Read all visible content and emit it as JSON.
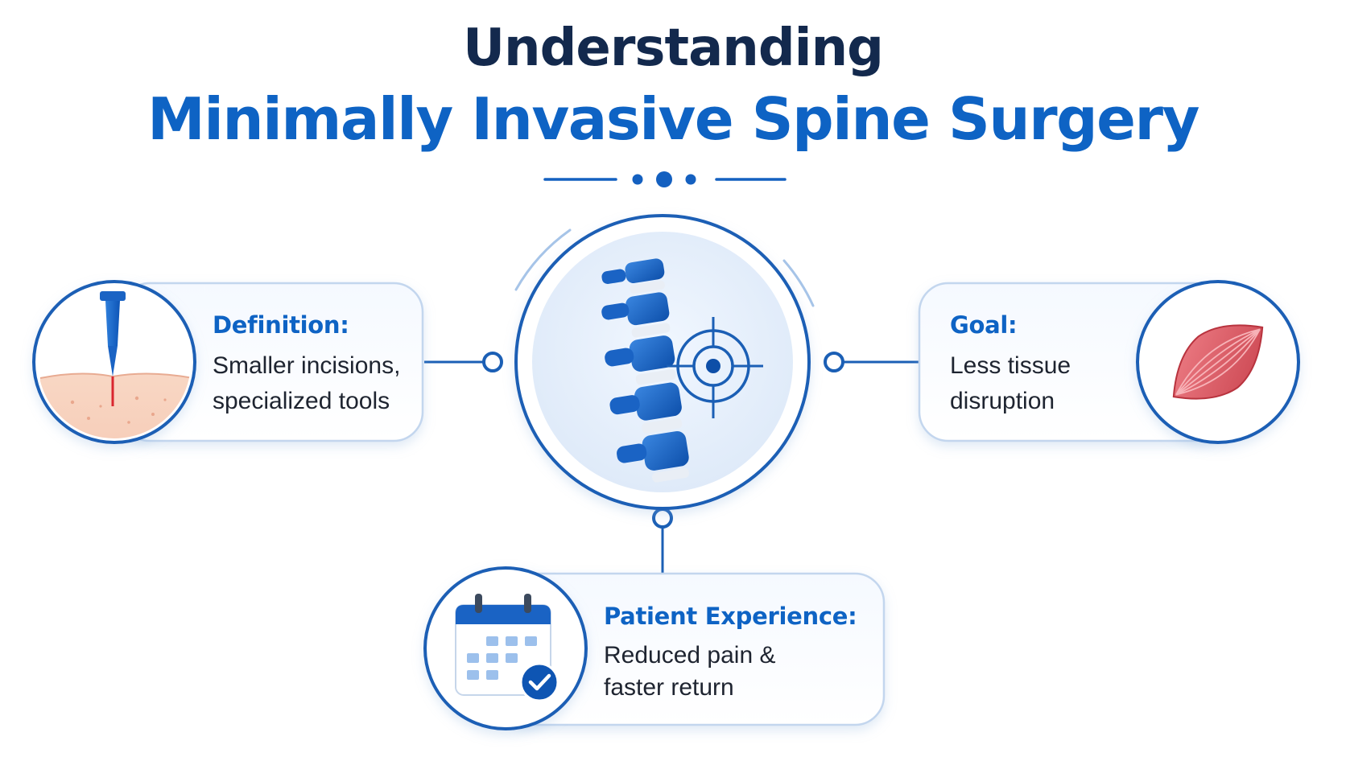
{
  "title": {
    "line1": "Understanding",
    "line2": "Minimally Invasive Spine Surgery"
  },
  "cards": {
    "definition": {
      "heading": "Definition:",
      "line1": "Smaller incisions,",
      "line2": "specialized tools"
    },
    "goal": {
      "heading": "Goal:",
      "line1": "Less tissue",
      "line2": "disruption"
    },
    "patient": {
      "heading": "Patient Experience:",
      "line1": "Reduced pain &",
      "line2": "faster return"
    }
  },
  "icons": {
    "center": "spine-with-target-icon",
    "definition": "scalpel-incision-icon",
    "goal": "muscle-tissue-icon",
    "patient": "calendar-check-icon"
  },
  "colors": {
    "title_dark": "#13294d",
    "accent_blue": "#0e63c4",
    "card_border": "#c3d6ee",
    "muscle_red": "#dd5e66"
  }
}
